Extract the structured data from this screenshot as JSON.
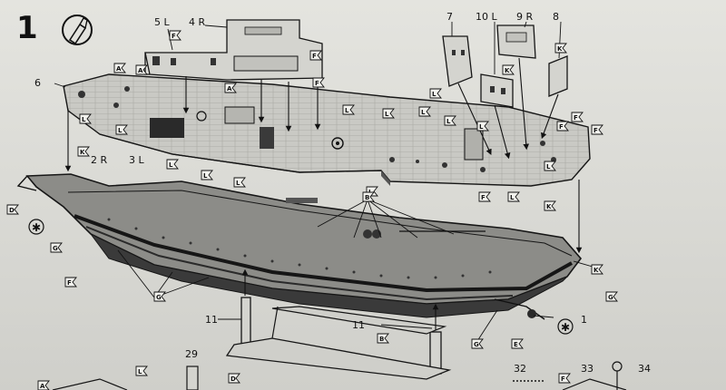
{
  "step": {
    "number": "1",
    "glue_icon": "glue-tube-icon"
  },
  "part_numbers": {
    "p5L": "5 L",
    "p4R": "4 R",
    "p6": "6",
    "p7": "7",
    "p10L": "10 L",
    "p9R": "9 R",
    "p8": "8",
    "p2R": "2 R",
    "p3L": "3 L",
    "p11a": "11",
    "p11b": "11",
    "p1": "1",
    "p29": "29",
    "p32": "32",
    "p33": "33",
    "p34": "34"
  },
  "flags": [
    "A",
    "A",
    "A",
    "F",
    "F",
    "F",
    "L",
    "L",
    "L",
    "L",
    "L",
    "L",
    "L",
    "L",
    "L",
    "K",
    "K",
    "F",
    "F",
    "F",
    "F",
    "L",
    "L",
    "L",
    "L",
    "L",
    "K",
    "K",
    "D",
    "G",
    "F",
    "G",
    "B",
    "G",
    "G",
    "E",
    "K",
    "B",
    "L",
    "D",
    "A",
    "F"
  ],
  "asterisk": "✱",
  "colors": {
    "line": "#161616",
    "paper": "#dcdcd7",
    "hull_dark": "#2a2a2a",
    "deck": "#8c8c88"
  }
}
